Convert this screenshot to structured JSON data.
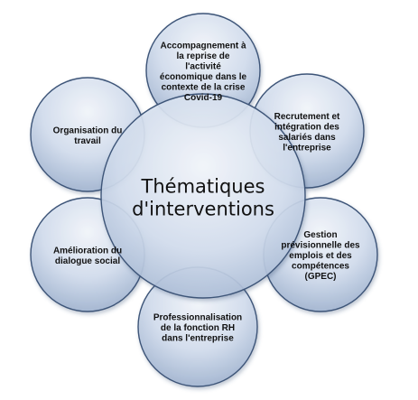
{
  "diagram": {
    "center": {
      "lines": [
        "Thématiques",
        "d'interventions"
      ]
    },
    "nodes": [
      {
        "id": "top",
        "lines": [
          "Accompagnement à",
          "la reprise de",
          "l'activité",
          "économique dans le",
          "contexte de la crise",
          "Covid-19"
        ]
      },
      {
        "id": "upper-right",
        "lines": [
          "Recrutement et",
          "intégration des",
          "salariés dans",
          "l'entreprise"
        ]
      },
      {
        "id": "lower-right",
        "lines": [
          "Gestion",
          "prévisionnelle des",
          "emplois et des",
          "compétences",
          "(GPEC)"
        ]
      },
      {
        "id": "bottom",
        "lines": [
          "Professionnalisation",
          "de la fonction RH",
          "dans l'entreprise"
        ]
      },
      {
        "id": "lower-left",
        "lines": [
          "Amélioration du",
          "dialogue social"
        ]
      },
      {
        "id": "upper-left",
        "lines": [
          "Organisation du",
          "travail"
        ]
      }
    ],
    "colors": {
      "fill_light": "#f4f7fc",
      "fill_mid": "#d3deee",
      "fill_dark": "#9fb2cf",
      "stroke": "#3e5478"
    }
  }
}
